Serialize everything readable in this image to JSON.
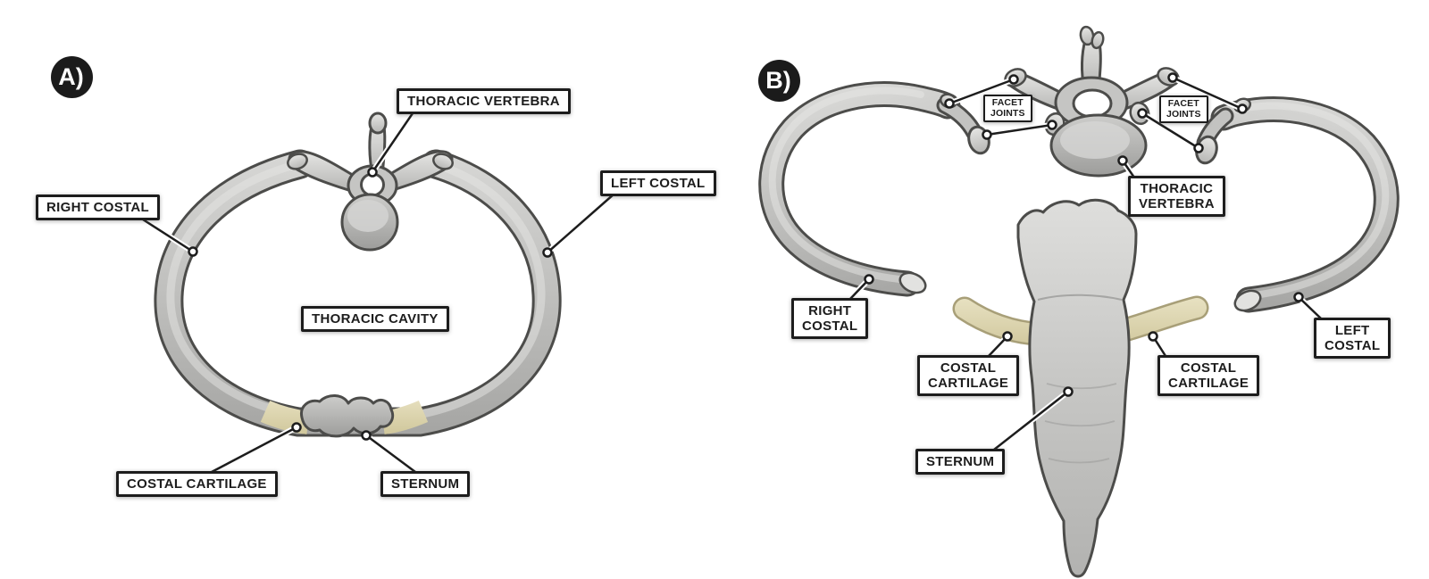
{
  "figure_title": "Thoracic vertebra, ribs and sternum — labeled diagram, panels A and B",
  "colors": {
    "background": "#ffffff",
    "bone_light": "#e3e3e1",
    "bone_mid": "#bdbdbb",
    "bone_shadow": "#8f8f8d",
    "bone_outline": "#4c4c4a",
    "cartilage_light": "#e8e2c2",
    "cartilage_dark": "#cfc69b",
    "cartilage_edge": "#a89f78",
    "label_background": "#ffffff",
    "label_border": "#1d1d1d",
    "label_text": "#1d1d1d",
    "badge_background": "#1b1b1b",
    "badge_text": "#ffffff",
    "leader_line": "#1d1d1d",
    "leader_casing": "#ffffff"
  },
  "panel_a": {
    "badge": "A)",
    "labels": {
      "thoracic_vertebra": {
        "lines": [
          "THORACIC VERTEBRA"
        ]
      },
      "right_costal": {
        "lines": [
          "RIGHT COSTAL"
        ]
      },
      "left_costal": {
        "lines": [
          "LEFT COSTAL"
        ]
      },
      "thoracic_cavity": {
        "lines": [
          "THORACIC CAVITY"
        ]
      },
      "costal_cartilage": {
        "lines": [
          "COSTAL CARTILAGE"
        ]
      },
      "sternum": {
        "lines": [
          "STERNUM"
        ]
      }
    }
  },
  "panel_b": {
    "badge": "B)",
    "labels": {
      "facet_joints_left": {
        "lines": [
          "FACET",
          "JOINTS"
        ]
      },
      "facet_joints_right": {
        "lines": [
          "FACET",
          "JOINTS"
        ]
      },
      "thoracic_vertebra": {
        "lines": [
          "THORACIC",
          "VERTEBRA"
        ]
      },
      "right_costal": {
        "lines": [
          "RIGHT",
          "COSTAL"
        ]
      },
      "costal_cartilage_left": {
        "lines": [
          "COSTAL",
          "CARTILAGE"
        ]
      },
      "costal_cartilage_right": {
        "lines": [
          "COSTAL",
          "CARTILAGE"
        ]
      },
      "sternum": {
        "lines": [
          "STERNUM"
        ]
      },
      "left_costal": {
        "lines": [
          "LEFT",
          "COSTAL"
        ]
      }
    }
  }
}
